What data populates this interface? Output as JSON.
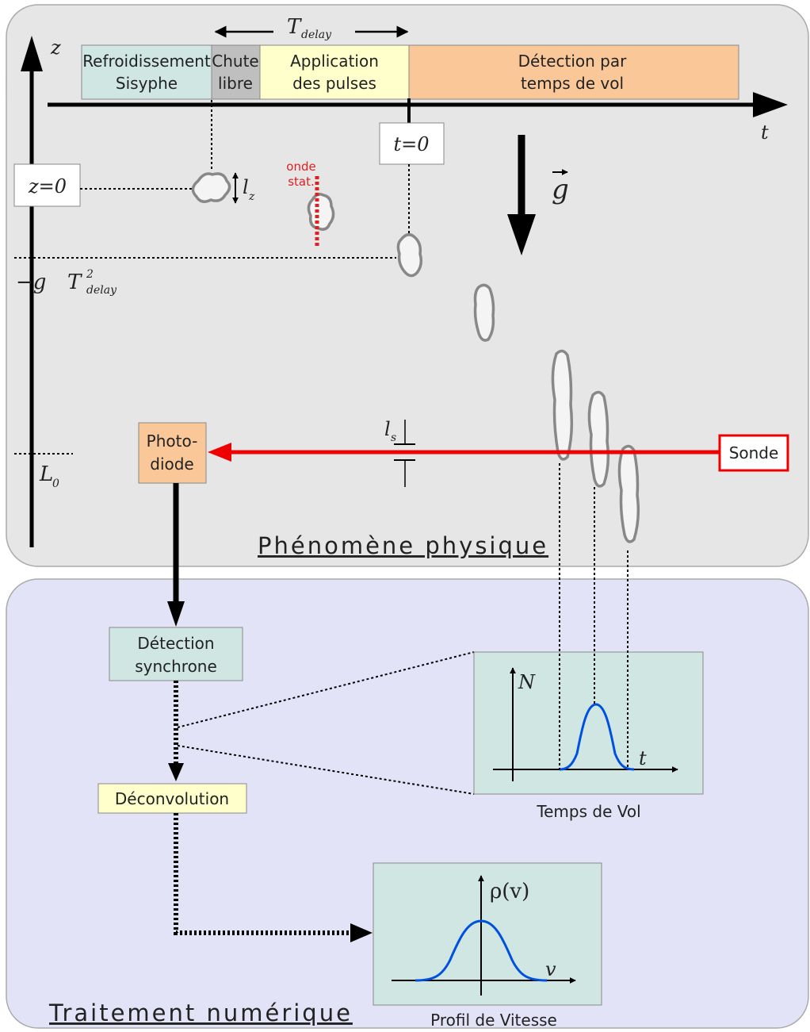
{
  "sections": {
    "physique": "Phénomène physique",
    "numerique": "Traitement numérique"
  },
  "axes": {
    "z": "z",
    "t": "t",
    "g": "g",
    "L0": "L",
    "L0_sub": "0"
  },
  "timeline": {
    "phase_refroid_1": "Refroidissement",
    "phase_refroid_2": "Sisyphe",
    "phase_chute_1": "Chute",
    "phase_chute_2": "libre",
    "phase_app_1": "Application",
    "phase_app_2": "des pulses",
    "phase_det_1": "Détection par",
    "phase_det_2": "temps de vol",
    "tdelay_T": "T",
    "tdelay_sub": "delay"
  },
  "labels": {
    "t0": "t=0",
    "z0": "z=0",
    "lz": "l",
    "lz_sub": "z",
    "onde_1": "onde",
    "onde_2": "stat.",
    "gT_pre": "−g",
    "gT_T": "T",
    "gT_sup": "2",
    "gT_sub": "delay",
    "ls": "l",
    "ls_sub": "s"
  },
  "blocks": {
    "photodiode_1": "Photo-",
    "photodiode_2": "diode",
    "sonde": "Sonde",
    "detection_1": "Détection",
    "detection_2": "synchrone",
    "deconv": "Déconvolution"
  },
  "plots": {
    "tof_ylabel": "N",
    "tof_xlabel": "t",
    "tof_caption": "Temps de Vol",
    "vel_ylabel": "ρ(v)",
    "vel_xlabel": "v",
    "vel_caption": "Profil de Vitesse"
  },
  "colors": {
    "panel_top": "#e6e6e6",
    "panel_bottom": "#e3e3f7",
    "refroid": "#cfe6e3",
    "chute": "#bfbfbf",
    "application": "#ffffcc",
    "detection": "#fac898",
    "probe": "#ee0000",
    "curve": "#0050e0",
    "plot_bg": "#cfe6e3",
    "deconv": "#ffffcc"
  }
}
